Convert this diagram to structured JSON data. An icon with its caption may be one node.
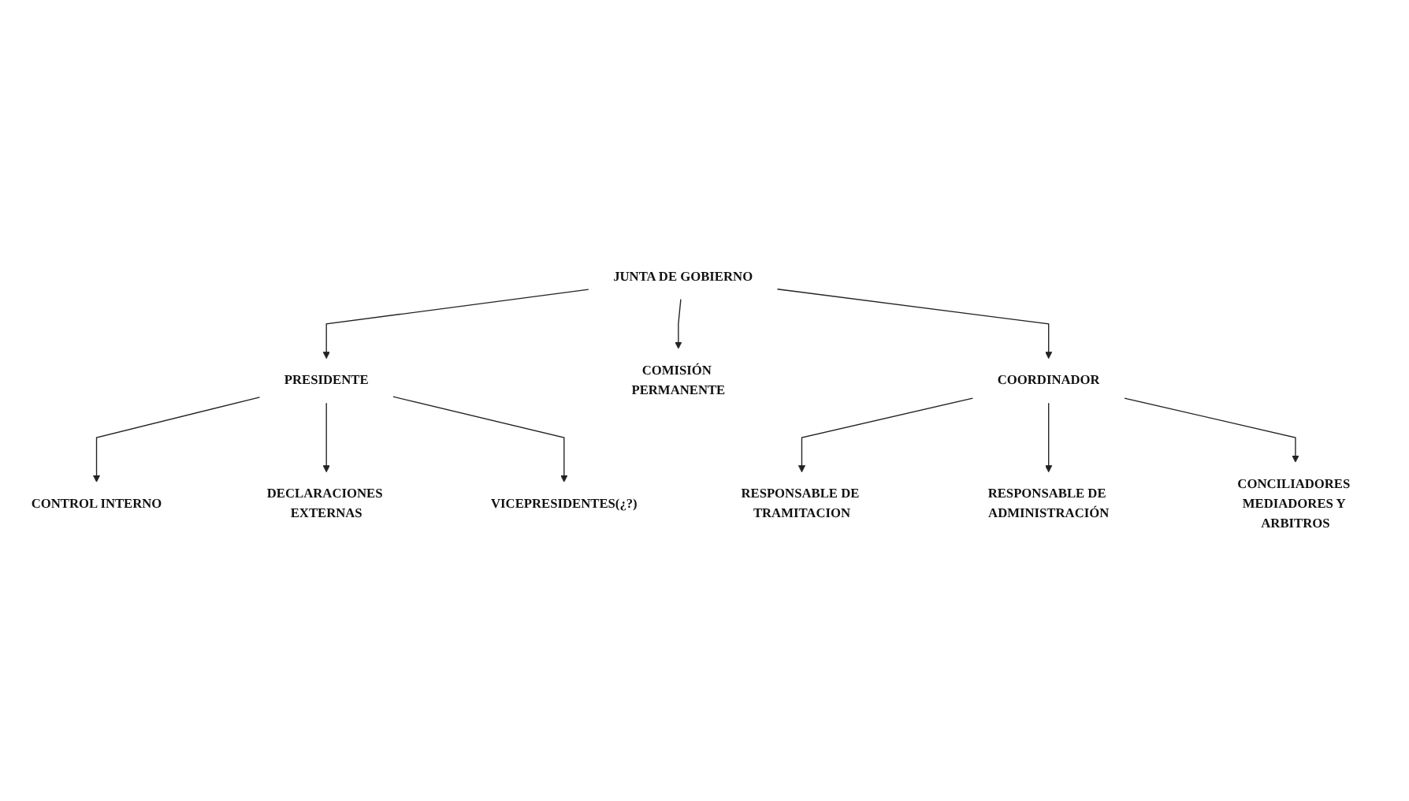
{
  "diagram": {
    "nodes": [
      {
        "text": [
          "JUNTA DE GOBIERNO"
        ]
      },
      {
        "text": [
          "PRESIDENTE"
        ]
      },
      {
        "text": [
          "CONTROL INTERNO"
        ]
      },
      {
        "text": [
          "DECLARACIONES EXTERNAS"
        ]
      },
      {
        "text": [
          "COMISIÓN PERMANENTE"
        ]
      },
      {
        "text": [
          "VICEPRESIDENTES(¿?)"
        ]
      },
      {
        "text": [
          "COORDINADOR"
        ]
      },
      {
        "text": [
          "RESPONSABLE DE TRAMITACION"
        ]
      },
      {
        "text": [
          "RESPONSABLE DE ADMINISTRACIÓN"
        ]
      },
      {
        "text": [
          "CONCILIADORES MEDIADORES Y ARBITROS"
        ]
      }
    ],
    "edges": [
      {
        "from": 0,
        "to": 1,
        "arrow": "to"
      },
      {
        "from": 1,
        "to": 2,
        "arrow": "to"
      },
      {
        "from": 1,
        "to": 3,
        "arrow": "to"
      },
      {
        "from": 0,
        "to": 4,
        "arrow": "to"
      },
      {
        "from": 1,
        "to": 5,
        "arrow": "to"
      },
      {
        "from": 0,
        "to": 6,
        "arrow": "to"
      },
      {
        "from": 6,
        "to": 7,
        "arrow": "to"
      },
      {
        "from": 6,
        "to": 8,
        "arrow": "to"
      },
      {
        "from": 6,
        "to": 9,
        "arrow": "to"
      }
    ]
  }
}
